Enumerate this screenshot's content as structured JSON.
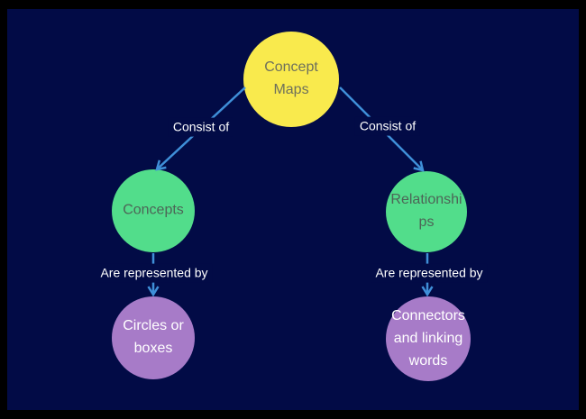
{
  "title": "Concept map diagram",
  "canvas": {
    "frame_color": "#000000",
    "background_color": "#020b46"
  },
  "palette": {
    "connector_line": "#3f8fd8",
    "edge_label_text": "#ffffff",
    "node_yellow": "#f9ea4d",
    "node_green": "#52dd8b",
    "node_purple": "#a77bc8"
  },
  "nodes": [
    {
      "id": "concept-maps",
      "label": "Concept\nMaps",
      "fill": "#f9ea4d",
      "text_color": "#6e705c"
    },
    {
      "id": "concepts",
      "label": "Concepts",
      "fill": "#52dd8b",
      "text_color": "#4d6557"
    },
    {
      "id": "relationships",
      "label": "Relationshi\nps",
      "fill": "#52dd8b",
      "text_color": "#4d6557"
    },
    {
      "id": "circles-or-boxes",
      "label": "Circles or\nboxes",
      "fill": "#a77bc8",
      "text_color": "#ffffff"
    },
    {
      "id": "connectors-linking-words",
      "label": "Connectors\nand linking\nwords",
      "fill": "#a77bc8",
      "text_color": "#ffffff"
    }
  ],
  "edges": [
    {
      "id": "concept-maps-to-concepts",
      "label": "Consist of"
    },
    {
      "id": "concept-maps-to-relationships",
      "label": "Consist of"
    },
    {
      "id": "concepts-to-circles",
      "label": "Are represented by"
    },
    {
      "id": "relationships-to-connectors",
      "label": "Are represented by"
    }
  ]
}
